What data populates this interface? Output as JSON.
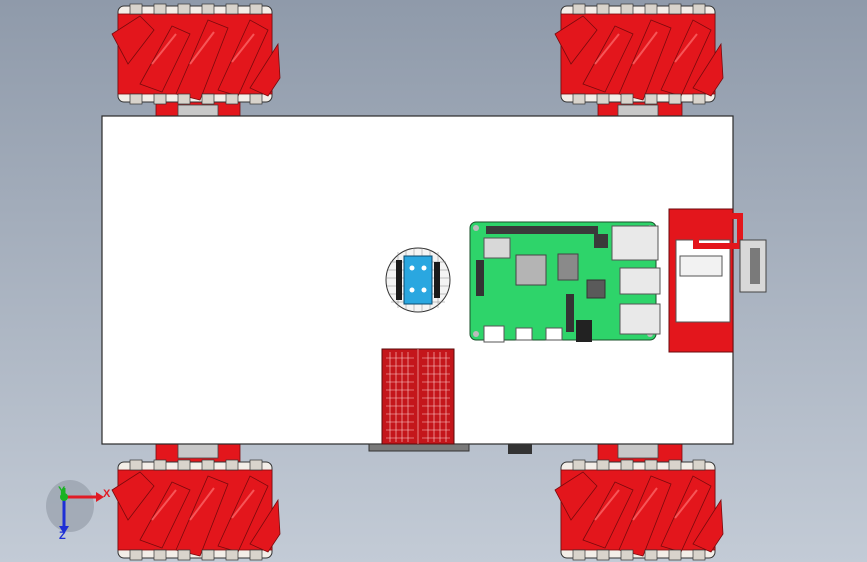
{
  "viewport": {
    "bg_top": "#8f9aaa",
    "bg_bottom": "#c3cbd6",
    "chassis_fill": "#ffffff",
    "wheel_red": "#e3161c",
    "wheel_dark": "#a90d12",
    "board_green": "#2ed46a",
    "shield_blue": "#2aa7e0",
    "breadboard_red": "#c4161b"
  },
  "triad": {
    "x_label": "X",
    "y_label": "Y",
    "z_label": "Z",
    "x_color": "#e01b24",
    "y_color": "#19b322",
    "z_color": "#1d2fd6"
  }
}
